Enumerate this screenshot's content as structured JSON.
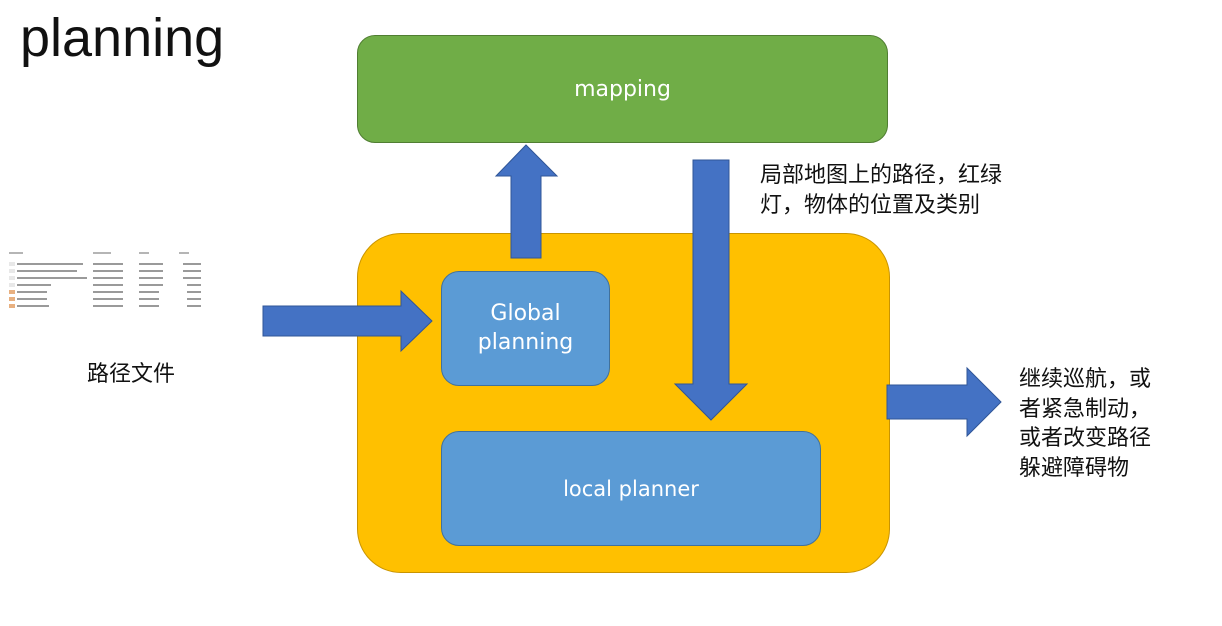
{
  "title": "planning",
  "mapping": {
    "label": "mapping"
  },
  "global": {
    "line1": "Global",
    "line2": "planning"
  },
  "local": {
    "label": "local planner"
  },
  "file_label": "路径文件",
  "mapping_note": {
    "line1": "局部地图上的路径，红绿",
    "line2": "灯，物体的位置及类别"
  },
  "output_note": {
    "line1": "继续巡航，或",
    "line2": "者紧急制动，",
    "line3": "或者改变路径",
    "line4": "躲避障碍物"
  },
  "colors": {
    "mapping": "#70ad47",
    "container": "#ffc000",
    "planner": "#5b9bd5",
    "arrow": "#4472c4"
  }
}
